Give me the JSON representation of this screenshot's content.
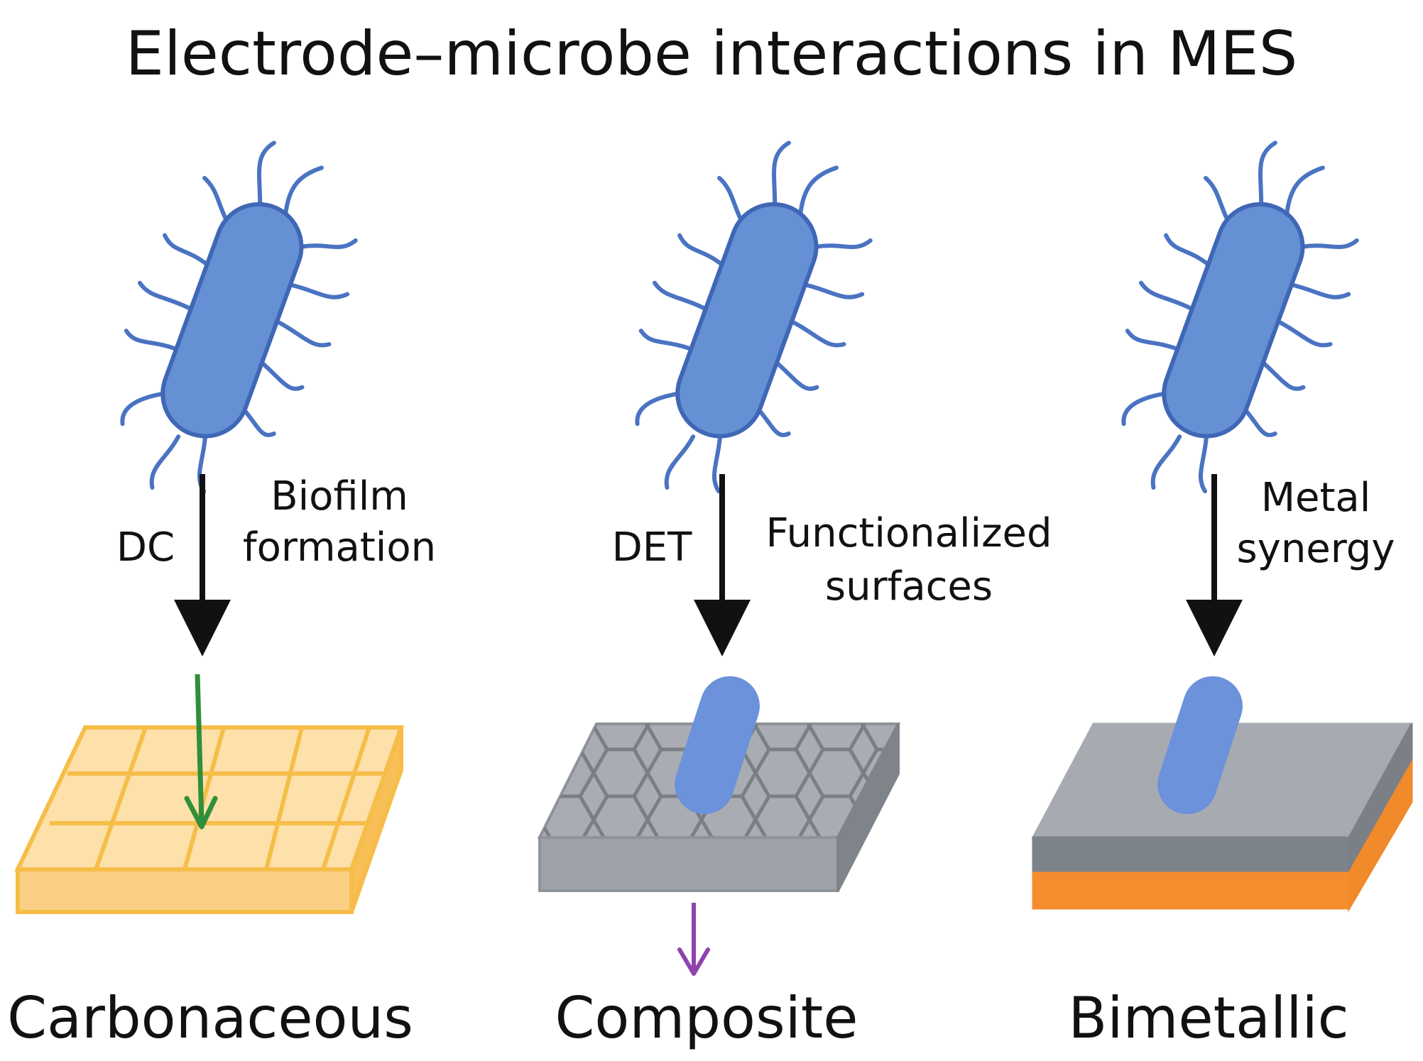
{
  "title": "Electrode–microbe interactions in MES",
  "panels": [
    {
      "category": "Carbonaceous",
      "mechanism_left": "DC",
      "mechanism_right_lines": [
        "Biofilm",
        "formation"
      ],
      "electrode_color": "#f9cc7a"
    },
    {
      "category": "Composite",
      "mechanism_left": "DET",
      "mechanism_right_lines": [
        "Functionalized",
        "surfaces"
      ],
      "electrode_color": "#a7abb1"
    },
    {
      "category": "Bimetallic",
      "mechanism_left": "",
      "mechanism_right_lines": [
        "Metal",
        "synergy"
      ],
      "electrode_color": "#f58d2f"
    }
  ]
}
